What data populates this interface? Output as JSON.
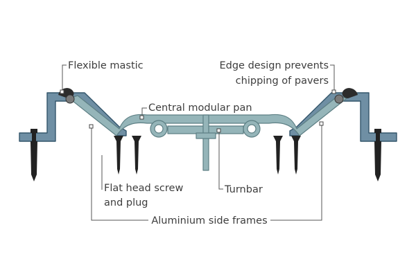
{
  "labels": {
    "flexible_mastic": "Flexible mastic",
    "edge_design_line1": "Edge design prevents",
    "edge_design_line2": "chipping of pavers",
    "central_pan": "Central modular pan",
    "screw_line1": "Flat head screw",
    "screw_line2": "and plug",
    "turnbar": "Turnbar",
    "side_frames": "Aluminium side frames"
  },
  "colors": {
    "frame": "#6f8fa4",
    "pan": "#95b5b9",
    "outline": "#34566b",
    "text": "#3d3d3d"
  }
}
